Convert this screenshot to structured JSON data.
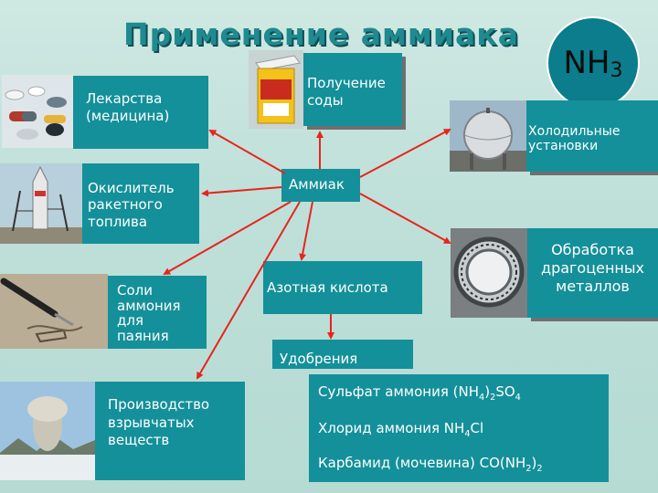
{
  "title": "Применение аммиака",
  "formula": {
    "base": "NH",
    "sub": "3"
  },
  "center": "Аммиак",
  "nodes": {
    "medicine": "Лекарства\n(медицина)",
    "soda": "Получение\nсоды",
    "fridge": "Холодильные\nустановки",
    "fuel": "Окислитель\nракетного\nтоплива",
    "metals": "Обработка\nдрагоценных\nметаллов",
    "salts": "Соли\nаммония\nдля\nпаяния",
    "nitric": "Азотная кислота",
    "explosives": "Производство\nвзрывчатых\nвеществ",
    "fertilizers": "Удобрения"
  },
  "fertilizer_list": [
    {
      "text": "Сульфат аммония (NH",
      "s1": "4",
      "mid": ")",
      "s2": "2",
      "tail": "SO",
      "s3": "4"
    },
    {
      "text": "Хлорид аммония NH",
      "s1": "4",
      "tail": "Cl"
    },
    {
      "text": "Карбамид (мочевина) CO(NH",
      "s1": "2",
      "tail": ")",
      "s2": "2"
    }
  ],
  "icons": [
    "pills-image",
    "soda-box-image",
    "spherical-tank-image",
    "rocket-image",
    "jewelry-ring-image",
    "soldering-iron-image",
    "explosion-image"
  ],
  "colors": {
    "box": "#14909a",
    "arrow": "#e8241c",
    "title": "#1f8a8f"
  }
}
